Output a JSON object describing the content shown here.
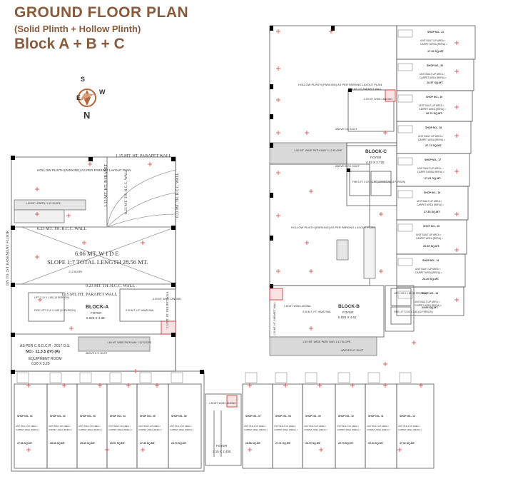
{
  "header": {
    "title": "GROUND FLOOR PLAN",
    "subtitle": "(Solid Plinth + Hollow Plinth)",
    "blocks": "Block A + B + C"
  },
  "compass": {
    "n": "N",
    "s": "S",
    "e": "E",
    "w": "W",
    "color": "#b5653a"
  },
  "colors": {
    "accent": "#8a5a3c",
    "wall": "#000000",
    "line": "#555555",
    "fill": "#d9d9d9",
    "mark": "#d22"
  },
  "left_block": {
    "hollow": "HOLLOW PLINTH\n(PARKING)\nAS PER PARKING LAYOUT PLAN",
    "parapet_top": "1.15 MT. HT. PARAPET WALL",
    "parapet_left": "1.15 MT. HT. PARAPET",
    "rcc_vert1": "0.23 MT. TH. R.C.C. WALL",
    "rcc_vert2": "0.23 MT. TH. R.C.C. WALL",
    "rcc_top": "0.23 MT. TH. R.C.C. WALL",
    "rcc_bottom": "0.23 MT. TH. R.C.C. WALL",
    "ramp_line1": "6.06 MT. W I D E",
    "ramp_line2": "SLOPE 1:7  TOTAL LENGTH  28.56 MT.",
    "ramp_side": "DN TO 1ST BASEMENT FLOOR",
    "path": "1.50 MT. LENGTH\n1:12 SLOPE",
    "parapet_bottom": "1.15 MT. HT. PARAPET WALL",
    "parapet_right": "1.15 MT. HT. PARAPET WALL",
    "slope_note": "1:12 SLOPE",
    "block_name": "BLOCK-A",
    "foyer": "FOYER",
    "foyer_size": "6.925 X 4.38",
    "lift": "LIFT\n2.10 X 1.85\n(13 PERSON)",
    "fire_lift": "FIRE LIFT\n2.10 X 1.85\n(13 PERSON)",
    "hand_rail": "0.90 M.T. HT. HAND RAIL",
    "landing": "3.00 MT. WIDE\nLANDING",
    "path2": "1.50 MT. WIDE PATH WAY\n1:12 SLOPE",
    "duct": "ABOVE E.S. DUCT",
    "ocs": "AS PER C.G.D.C.R - 2017 O.S.",
    "ocs_no": "NO:- 11.3.5 (IV) (A)",
    "equip": "EQUIPMENT ROOM",
    "equip_size": "0.20 X 3.20"
  },
  "block_c": {
    "hollow": "HOLLOW PLINTH\n(PARKING)\nAS PER PARKING LAYOUT PLAN",
    "parapet": "1.50 MT. HT. PARAPET WALL",
    "landing": "2.00 MT. WIDE\nLANDING",
    "duct": "ABOVE O.E.\nDUCT",
    "path": "1.50 MT. WIDE PATH WAY\n1:12 SLOPE",
    "block_name": "BLOCK-C",
    "foyer": "FOYER",
    "foyer_size": "4.53 X 2.725",
    "above_dpr": "ABOVE ELEC.\nDUCT",
    "fire_lift": "FIRE LIFT\n2.00 X 2.75\n(13 PERSON)",
    "lift": "LIFT\n2.00 X 2.75\n(13 PERSON)"
  },
  "block_b": {
    "hollow": "HOLLOW PLINTH\n(PARKING)\nAS PER PARKING LAYOUT PLAN",
    "block_name": "BLOCK-B",
    "foyer": "FOYER",
    "foyer_size": "5.825 X 4.61",
    "lift": "LIFT\n2.05 X 1.85\n(13 PERSON)",
    "fire_lift": "FIRE LIFT\n2.05 X 1.85\n(13 PERSON)",
    "landing": "1.50 MT. WIDE\nLANDING",
    "hand_rail": "0.90 M.T. HT. HAND RAIL",
    "parapet": "1.50 MT. HT. PARAPET WALL",
    "path": "1.50 MT. WIDE PATH WAY\n1:12 SLOPE",
    "duct": "ABOVE ELE. DUCT"
  },
  "right_shops": [
    {
      "no": "SHOP NO.- 21",
      "area": "17.10 SQ.MT."
    },
    {
      "no": "SHOP NO.- 20",
      "area": "26.57 SQ.MT."
    },
    {
      "no": "SHOP NO.- 19",
      "area": "26.70 SQ.MT."
    },
    {
      "no": "SHOP NO.- 18",
      "area": "27.72 SQ.MT."
    },
    {
      "no": "SHOP NO.- 17",
      "area": "27.61 SQ.MT."
    },
    {
      "no": "SHOP NO.- 16",
      "area": "27.33 SQ.MT."
    },
    {
      "no": "SHOP NO.- 15",
      "area": "26.59 SQ.MT."
    },
    {
      "no": "SHOP NO.- 14",
      "area": "24.40 SQ.MT."
    },
    {
      "no": "SHOP NO.- 13",
      "area": "29.65 SQ.MT."
    }
  ],
  "bottom_shops": [
    {
      "no": "SHOP NO.- 01",
      "area": "27.58 SQ.MT."
    },
    {
      "no": "SHOP NO.- 02",
      "area": "28.08 SQ.MT."
    },
    {
      "no": "SHOP NO.- 03",
      "area": "25.49 SQ.MT."
    },
    {
      "no": "SHOP NO.- 04",
      "area": "26.57 SQ.MT."
    },
    {
      "no": "SHOP NO.- 05",
      "area": "27.45 SQ.MT."
    },
    {
      "no": "SHOP NO.- 06",
      "area": "26.70 SQ.MT."
    },
    {
      "no": "SHOP NO.- 07",
      "area": "26.58 SQ.MT."
    },
    {
      "no": "SHOP NO.- 08",
      "area": "27.71 SQ.MT."
    },
    {
      "no": "SHOP NO.- 09",
      "area": "26.70 SQ.MT."
    },
    {
      "no": "SHOP NO.- 10",
      "area": "29.73 SQ.MT."
    },
    {
      "no": "SHOP NO.- 11",
      "area": "29.54 SQ.MT."
    },
    {
      "no": "SHOP NO.- 12",
      "area": "37.02 SQ.MT."
    }
  ],
  "shop_common": {
    "unit": "UNIT BUILT-UP AREA =",
    "carpet": "CARPET AREA (RERA) ="
  },
  "center_bottom": {
    "landing": "1.50 MT. WIDE\nLANDING",
    "foyer": "FOYER",
    "foyer_size": "3.15 X 2.455"
  }
}
